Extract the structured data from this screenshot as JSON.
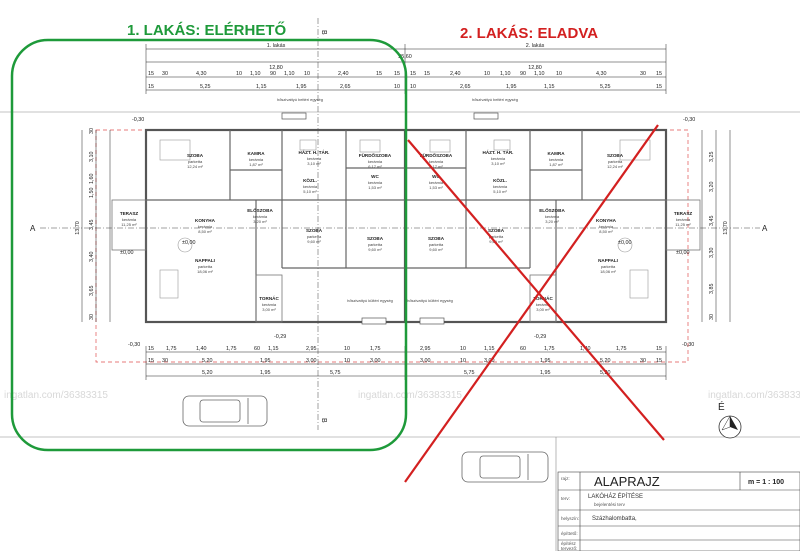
{
  "labels": {
    "unit1": "1. LAKÁS: ELÉRHETŐ",
    "unit2": "2. LAKÁS: ELADVA"
  },
  "colors": {
    "available": "#1e9a3a",
    "sold": "#d32020",
    "walls": "#555555",
    "dims": "#222222"
  },
  "watermark": "ingatlan.com/36383315",
  "top_dims": {
    "unit1_label": "1. lakás",
    "unit2_label": "2. lakás",
    "total": "25,60",
    "half_left": "12,80",
    "half_right": "12,80",
    "row2_left": [
      "15",
      "30",
      "4,30",
      "10",
      "1,10",
      "90",
      "1,10",
      "10",
      "2,40",
      "15",
      "15"
    ],
    "row2_right": [
      "15",
      "15",
      "2,40",
      "10",
      "1,10",
      "90",
      "1,10",
      "10",
      "4,30",
      "30",
      "15"
    ],
    "row3_left": [
      "15",
      "5,25",
      "1,15",
      "1,95",
      "2,65",
      "10"
    ],
    "row3_right": [
      "10",
      "2,65",
      "1,95",
      "1,15",
      "5,25",
      "15"
    ]
  },
  "bottom_dims": {
    "row1_left": [
      "15",
      "1,75",
      "1,40",
      "1,75",
      "60",
      "1,15",
      "2,95",
      "10",
      "1,75"
    ],
    "row1_right": [
      "2,95",
      "10",
      "1,15",
      "60",
      "1,75",
      "1,40",
      "1,75",
      "15"
    ],
    "row2_left": [
      "15",
      "30",
      "5,20",
      "1,95",
      "3,00",
      "10",
      "3,00"
    ],
    "row2_right": [
      "3,00",
      "10",
      "3,00",
      "1,95",
      "5,20",
      "30",
      "15"
    ],
    "row3_left": [
      "5,20",
      "1,95",
      "5,75"
    ],
    "row3_right": [
      "5,75",
      "1,95",
      "5,20"
    ]
  },
  "side_dims": {
    "left_outer": "13,70",
    "right_outer": "13,70",
    "left_inner": [
      "30",
      "3,10",
      "1,60",
      "1,50",
      "3,45",
      "3,40",
      "3,65",
      "30"
    ],
    "right_inner": [
      "3,25",
      "3,20",
      "3,45",
      "3,30",
      "3,85",
      "30"
    ]
  },
  "levels": {
    "top_left": "-0,30",
    "top_right": "-0,30",
    "mid_left": "-0,29",
    "mid_right": "-0,29",
    "bottom_left": "-0,30",
    "bottom_right": "-0,30",
    "zero": "±0,00"
  },
  "section": {
    "a_left": "A",
    "a_right": "A",
    "b_top": "B",
    "b_bottom": "B"
  },
  "unit1_rooms": [
    {
      "name": "SZOBA",
      "sub1": "parketta",
      "sub2": "12,24 m²"
    },
    {
      "name": "KAMRA",
      "sub1": "kerámia",
      "sub2": "1,87 m²"
    },
    {
      "name": "HÁZT. H. TÁR.",
      "sub1": "kerámia",
      "sub2": "3,10 m²"
    },
    {
      "name": "FÜRDŐSZOBA",
      "sub1": "kerámia",
      "sub2": "6,17 m²"
    },
    {
      "name": "WC",
      "sub1": "kerámia",
      "sub2": "1,53 m²"
    },
    {
      "name": "KÖZL.",
      "sub1": "kerámia",
      "sub2": "5,10 m²"
    },
    {
      "name": "ELŐSZOBA",
      "sub1": "kerámia",
      "sub2": "3,20 m²"
    },
    {
      "name": "KONYHA",
      "sub1": "kerámia",
      "sub2": "8,50 m²"
    },
    {
      "name": "TERASZ",
      "sub1": "kerámia",
      "sub2": "11,25 m²"
    },
    {
      "name": "NAPPALI",
      "sub1": "parketta",
      "sub2": "18,06 m²"
    },
    {
      "name": "SZOBA",
      "sub1": "parketta",
      "sub2": "9,60 m²"
    },
    {
      "name": "SZOBA",
      "sub1": "parketta",
      "sub2": "9,60 m²"
    },
    {
      "name": "TORNÁC",
      "sub1": "kerámia",
      "sub2": "3,00 m²"
    }
  ],
  "unit2_rooms": [
    {
      "name": "SZOBA",
      "sub1": "parketta",
      "sub2": "12,24 m²"
    },
    {
      "name": "KAMRA",
      "sub1": "kerámia",
      "sub2": "1,87 m²"
    },
    {
      "name": "HÁZT. H. TÁR.",
      "sub1": "kerámia",
      "sub2": "3,10 m²"
    },
    {
      "name": "FÜRDŐSZOBA",
      "sub1": "kerámia",
      "sub2": "6,17 m²"
    },
    {
      "name": "WC",
      "sub1": "kerámia",
      "sub2": "1,53 m²"
    },
    {
      "name": "KÖZL.",
      "sub1": "kerámia",
      "sub2": "5,10 m²"
    },
    {
      "name": "ELŐSZOBA",
      "sub1": "kerámia",
      "sub2": "3,20 m²"
    },
    {
      "name": "KONYHA",
      "sub1": "kerámia",
      "sub2": "8,50 m²"
    },
    {
      "name": "TERASZ",
      "sub1": "kerámia",
      "sub2": "11,25 m²"
    },
    {
      "name": "NAPPALI",
      "sub1": "parketta",
      "sub2": "18,06 m²"
    },
    {
      "name": "SZOBA",
      "sub1": "parketta",
      "sub2": "9,60 m²"
    },
    {
      "name": "SZOBA",
      "sub1": "parketta",
      "sub2": "9,60 m²"
    },
    {
      "name": "TORNÁC",
      "sub1": "kerámia",
      "sub2": "3,00 m²"
    }
  ],
  "heatpump": {
    "inner": "hőszivattyú beltéri egység",
    "outer": "hőszivattyú kültéri egység"
  },
  "north": "É",
  "titleblock": {
    "rajz_label": "rajz:",
    "rajz_value": "ALAPRAJZ",
    "scale": "m = 1 : 100",
    "terv_label": "terv:",
    "terv_line1": "LAKÓHÁZ ÉPÍTÉSE",
    "terv_line2": "bejelentési terv",
    "hely_label": "helyszín:",
    "hely_value": "Százhalombatta,",
    "epitteto_label": "építtető:",
    "tervezo_label1": "építész",
    "tervezo_label2": "tervező:"
  }
}
